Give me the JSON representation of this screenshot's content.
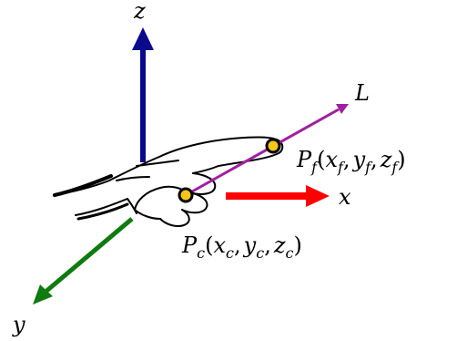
{
  "axes": {
    "z": {
      "label": "z",
      "color": "#0a0a8c"
    },
    "x": {
      "label": "x",
      "color": "#ff0000"
    },
    "y": {
      "label": "y",
      "color": "#0f7a0f"
    }
  },
  "line": {
    "label": "L",
    "color": "#a020a0"
  },
  "points": {
    "finger": {
      "name": "P",
      "sub": "f",
      "open": "(",
      "x": "x",
      "y": "y",
      "z": "z",
      "comma": ",",
      "close": ")",
      "fill": "#f5c518"
    },
    "center": {
      "name": "P",
      "sub": "c",
      "open": "(",
      "x": "x",
      "y": "y",
      "z": "z",
      "comma": ",",
      "close": ")",
      "fill": "#f5c518"
    }
  }
}
